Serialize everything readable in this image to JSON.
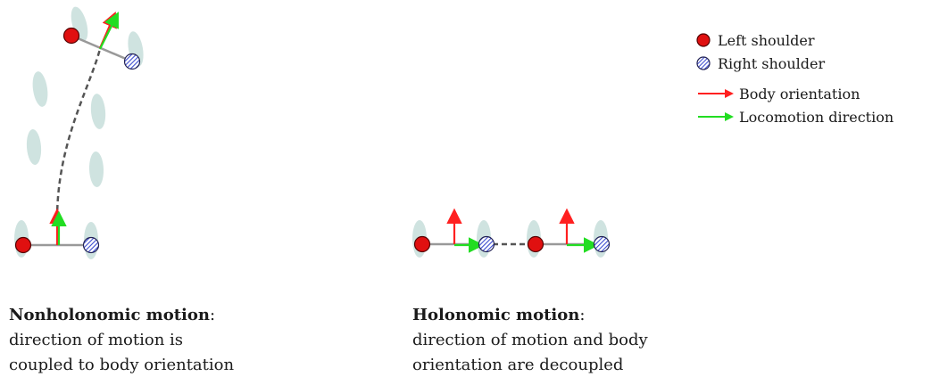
{
  "legend": {
    "left_shoulder": "Left shoulder",
    "right_shoulder": "Right shoulder",
    "body_orientation": "Body orientation",
    "locomotion_direction": "Locomotion direction"
  },
  "captions": {
    "nonholonomic": {
      "title": "Nonholonomic motion",
      "line1": "direction of motion is",
      "line2": "coupled to body orientation"
    },
    "holonomic": {
      "title": "Holonomic motion",
      "line1": "direction of motion and body",
      "line2": "orientation are decoupled"
    }
  },
  "colors": {
    "left_shoulder": "#e01010",
    "right_shoulder": "#4a5ad8",
    "body_orientation": "#ff2020",
    "locomotion_direction": "#22dd22",
    "footprint": "#cfe3e0",
    "shoulder_bar": "#999999",
    "path": "#555555"
  }
}
